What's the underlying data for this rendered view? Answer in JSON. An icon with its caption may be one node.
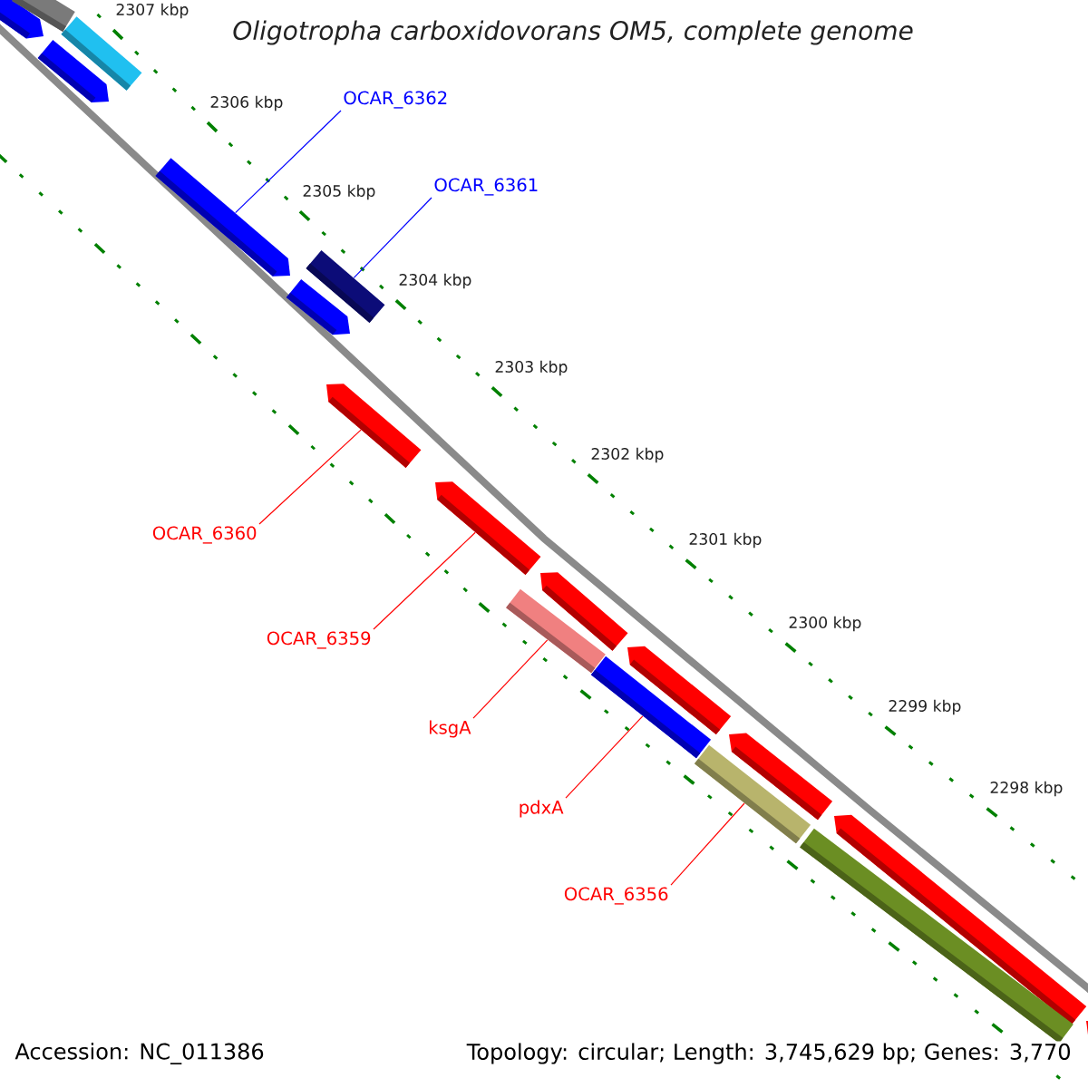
{
  "diagram": {
    "title": "Oligotropha carboxidovorans OM5, complete genome",
    "nodes": [
      {
        "text": [
          "OCAR_6362"
        ]
      },
      {
        "text": [
          "OCAR_6361"
        ]
      },
      {
        "text": [
          "OCAR_6360"
        ]
      },
      {
        "text": [
          "OCAR_6359"
        ]
      },
      {
        "text": [
          "ksgA"
        ]
      },
      {
        "text": [
          "pdxA"
        ]
      },
      {
        "text": [
          "OCAR_6356"
        ]
      },
      {
        "text": [],
        "shape": "bar"
      },
      {
        "text": [],
        "shape": "bar"
      },
      {
        "text": [],
        "shape": "bar"
      },
      {
        "text": [],
        "shape": "bar"
      },
      {
        "text": [],
        "shape": "bar"
      },
      {
        "text": [],
        "shape": "bar"
      },
      {
        "text": [],
        "shape": "bar"
      }
    ],
    "edges": [
      {
        "from": 0,
        "to": 7,
        "arrow": "none",
        "color": "#0000ff"
      },
      {
        "from": 1,
        "to": 8,
        "arrow": "none",
        "color": "#0000ff"
      },
      {
        "from": 2,
        "to": 9,
        "arrow": "none"
      },
      {
        "from": 3,
        "to": 10,
        "arrow": "none"
      },
      {
        "from": 4,
        "to": 11,
        "arrow": "none"
      },
      {
        "from": 5,
        "to": 12,
        "arrow": "none"
      },
      {
        "from": 6,
        "to": 13,
        "arrow": "none"
      }
    ],
    "labels": [
      "2307 kbp",
      "2306 kbp",
      "2305 kbp",
      "2304 kbp",
      "2303 kbp",
      "2302 kbp",
      "2301 kbp",
      "2300 kbp",
      "2299 kbp",
      "2298 kbp",
      "Accession: NC_011386",
      "Topology: circular; Length: 3,745,629 bp; Genes: 3,770"
    ]
  }
}
